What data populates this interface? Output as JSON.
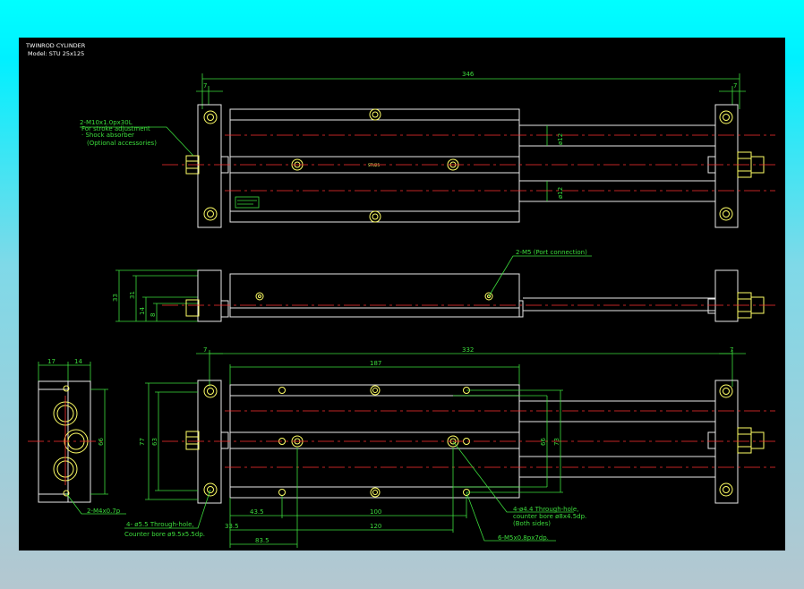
{
  "title": {
    "line1": "TWINROD CYLINDER",
    "line2": "Model: STU 25x125"
  },
  "top_view": {
    "dim_overall": "346",
    "dim_end_left": "7",
    "dim_end_right": "7",
    "dim_rod_upper": "ø12",
    "dim_rod_lower": "ø12",
    "callout_1": "2-M10x1.0px30L",
    "callout_2": "For stroke adjustment",
    "callout_3": "· Shock absorber",
    "callout_4": "(Optional accessories)",
    "brand_label": "STU25"
  },
  "side_view": {
    "callout_port": "2-M5 (Port connection)",
    "dim_33": "33",
    "dim_31": "31",
    "dim_14": "14",
    "dim_8": "8"
  },
  "bottom_view": {
    "dim_overall": "332",
    "dim_end_left": "7",
    "dim_end_right": "7",
    "dim_187": "187",
    "dim_77": "77",
    "dim_63": "63",
    "dim_66": "66",
    "dim_73": "73",
    "dim_43_5": "43.5",
    "dim_100": "100",
    "dim_33_5": "33.5",
    "dim_120": "120",
    "dim_83_5": "83.5",
    "callout_thru_1": "4- ø5.5 Through-hole,",
    "callout_thru_2": "Counter bore ø9.5x5.5dp.",
    "callout_cb_1": "4-ø4.4 Through-hole,",
    "callout_cb_2": "counter bore ø8x4.5dp.",
    "callout_cb_3": "(Both sides)",
    "callout_m5": "6-M5x0.8px7dp."
  },
  "end_view": {
    "dim_17": "17",
    "dim_14": "14",
    "dim_66": "66",
    "callout_m4": "2-M4x0.7p"
  }
}
